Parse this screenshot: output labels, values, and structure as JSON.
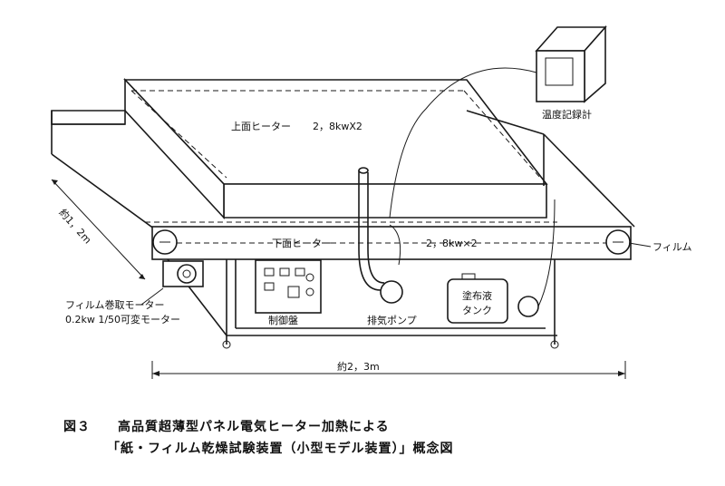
{
  "labels": {
    "upper_heater": "上面ヒーター",
    "upper_power": "2，8kwX2",
    "lower_heater": "下面ヒーター",
    "lower_power": "2，8kw×2",
    "length": "約1，2m",
    "width": "約2，3m",
    "film": "フィルム",
    "motor_line1": "フィルム巻取モーター",
    "motor_line2": "0.2kw 1/50可変モーター",
    "control_panel": "制御盤",
    "exhaust_pump": "排気ポンプ",
    "tank_line1": "塗布液",
    "tank_line2": "タンク",
    "recorder": "温度記録計"
  },
  "caption": {
    "line1": "図３　　高品質超薄型パネル電気ヒーター加熱による",
    "line2": "「紙・フィルム乾燥試験装置（小型モデル装置）」概念図"
  }
}
